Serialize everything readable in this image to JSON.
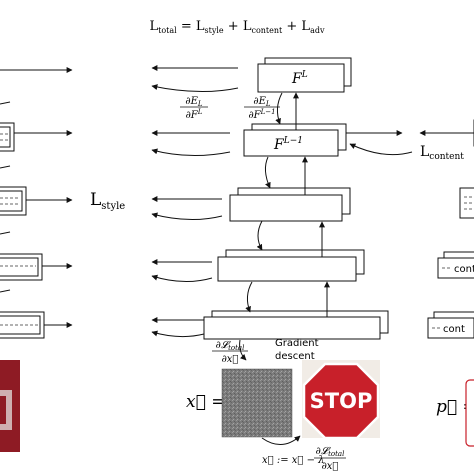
{
  "equation": {
    "lhs": "L",
    "lhs_sub": "total",
    "eq": " = ",
    "t1": "L",
    "t1_sub": "style",
    "plus1": " + ",
    "t2": "L",
    "t2_sub": "content",
    "plus2": " + ",
    "t3": "L",
    "t3_sub": "adv"
  },
  "layers": {
    "top_label_base": "F",
    "top_label_sup": "L",
    "second_label_base": "F",
    "second_label_sup": "L−1"
  },
  "gradients": {
    "dE_num": "∂E",
    "dE_num_sub": "L",
    "dE_den": "∂F",
    "dE_den_sup": "L",
    "dE2_num": "∂E",
    "dE2_num_sub": "L",
    "dE2_den": "∂F",
    "dE2_den_sup": "L−1",
    "dLtotal_num": "∂𝓛",
    "dLtotal_num_sub": "total",
    "dLtotal_den": "∂x⃗",
    "gradient_descent_line1": "Gradient",
    "gradient_descent_line2": "descent"
  },
  "losses": {
    "style_label": "L",
    "style_sub": "style",
    "content_label": "L",
    "content_sub": "content"
  },
  "images": {
    "x_label": "x⃗",
    "x_eq": " =",
    "p_label": "p⃗",
    "p_eq": " =",
    "stop_text": "STOP",
    "cont_text": "cont"
  },
  "update_rule": {
    "text_left": "x⃗ := x⃗ − λ",
    "frac_num": "∂𝓛",
    "frac_num_sub": "total",
    "frac_den": "∂x⃗"
  },
  "colors": {
    "stop_red": "#c8202a",
    "noise_gray": "#7a7a7a",
    "left_image_red": "#8e1b24"
  }
}
